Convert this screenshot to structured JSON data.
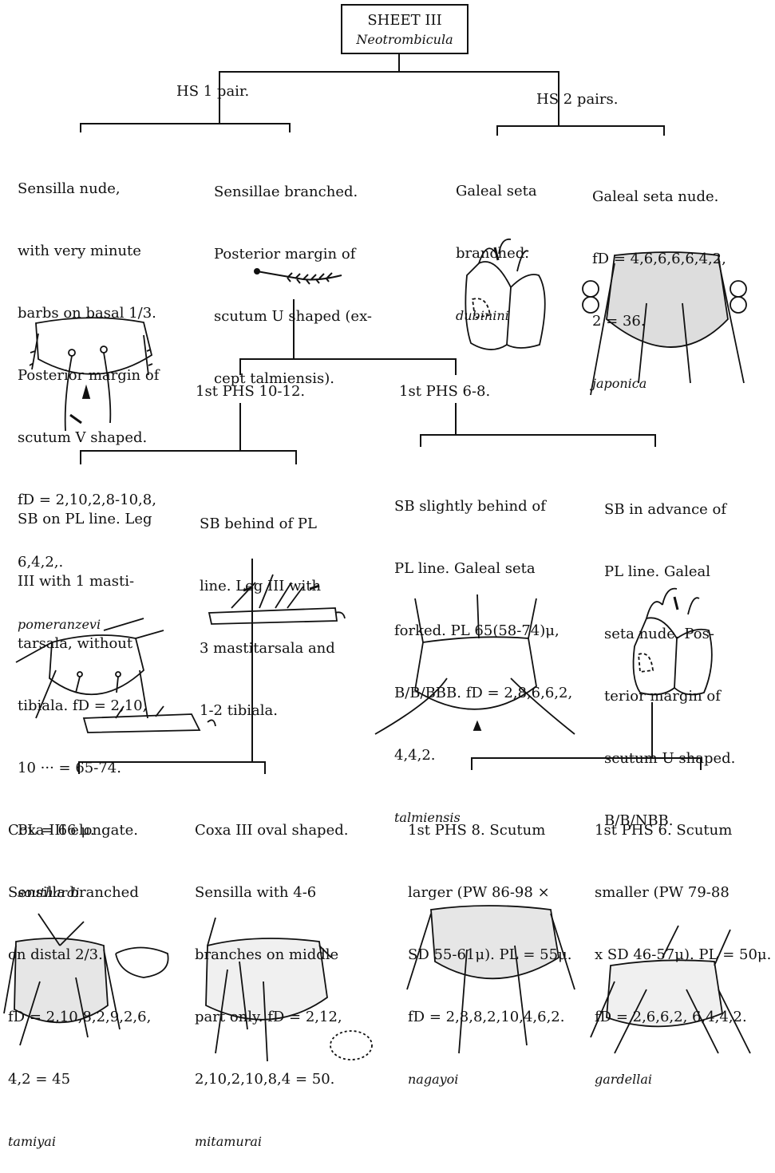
{
  "title": {
    "sheet": "SHEET III",
    "genus": "Neotrombicula"
  },
  "branches": {
    "hs1": "HS 1 pair.",
    "hs2": "HS 2 pairs.",
    "phs_10_12": "1st PHS 10-12.",
    "phs_6_8": "1st PHS 6-8."
  },
  "nodes": {
    "pomeranzevi": {
      "lines": [
        "Sensilla nude,",
        "with very minute",
        "barbs on basal 1/3.",
        "Posterior margin of",
        "scutum V shaped.",
        "fD = 2,10,2,8-10,8,",
        "6,4,2,."
      ],
      "species": "pomeranzevi"
    },
    "sensillae_branched": {
      "lines": [
        "Sensillae branched.",
        "Posterior margin of",
        "scutum U shaped (ex-",
        "cept talmiensis)."
      ]
    },
    "dubinini": {
      "lines": [
        "Galeal seta",
        "branched."
      ],
      "species": "dubinini"
    },
    "japonica": {
      "lines": [
        "Galeal seta nude.",
        "fD = 4,6,6,6,6,4,2,",
        "2 = 36."
      ],
      "species": "japonica"
    },
    "southardi": {
      "lines": [
        "SB on PL line. Leg",
        "III with 1 masti-",
        "tarsala, without",
        "tibiala. fD = 2,10,",
        "10 ··· = 65-74.",
        "PL = 66 μ."
      ],
      "species": "southardi"
    },
    "sb_behind": {
      "lines": [
        "SB behind of PL",
        "line. Leg III with",
        "3 mastitarsala and",
        "1-2 tibiala."
      ]
    },
    "talmiensis": {
      "lines": [
        "SB slightly behind of",
        "PL line. Galeal seta",
        "forked. PL 65(58-74)μ,",
        "B/B/BBB. fD = 2,8,6,6,2,",
        "4,4,2."
      ],
      "species": "talmiensis"
    },
    "sb_advance": {
      "lines": [
        "SB in advance of",
        "PL line. Galeal",
        "seta nude. Pos-",
        "terior margin of",
        "scutum U shaped.",
        "B/B/NBB."
      ]
    },
    "tamiyai": {
      "lines": [
        "Coxa III elongate.",
        "Sensilla branched",
        "on distal 2/3.",
        "fD = 2,10,8,2,9,2,6,",
        "4,2 = 45"
      ],
      "species": "tamiyai"
    },
    "mitamurai": {
      "lines": [
        "Coxa III oval shaped.",
        "Sensilla with 4-6",
        "branches on middle",
        "part only. fD = 2,12,",
        "2,10,2,10,8,4 = 50."
      ],
      "species": "mitamurai"
    },
    "nagayoi": {
      "lines": [
        "1st PHS 8. Scutum",
        "larger (PW 86-98 ×",
        "SD 55-61μ). PL = 55μ.",
        "fD = 2,8,8,2,10,4,6,2."
      ],
      "species": "nagayoi"
    },
    "gardellai": {
      "lines": [
        "1st PHS 6. Scutum",
        "smaller (PW 79-88",
        "x SD 46-57μ). PL = 50μ.",
        "fD = 2,6,6,2, 6,4,4,2."
      ],
      "species": "gardellai"
    }
  },
  "colors": {
    "ink": "#111111",
    "background": "#ffffff"
  }
}
